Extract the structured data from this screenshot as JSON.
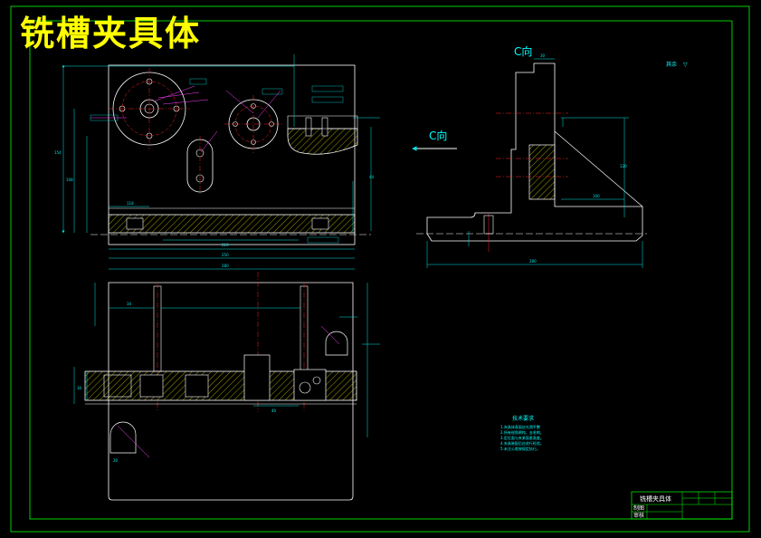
{
  "drawing": {
    "title": "铣槽夹具体",
    "view_label_c_top": "C向",
    "view_label_c_arrow": "C向",
    "surface_note": "其余",
    "surface_symbol": "▽",
    "tech_req_heading": "技术要求",
    "tech_req_lines": [
      "1.夹具体表面应光滑平整",
      "2.所有锐角倒钝，去毛刺。",
      "3.定位面与夹紧面垂直度。",
      "4.夹具装配后应进行检验。",
      "5.未注公差按规定执行。"
    ]
  },
  "title_block": {
    "part_name": "铣槽夹具体",
    "label_drawing": "制图",
    "label_review": "审核"
  },
  "colors": {
    "background": "#000000",
    "title": "#ffff00",
    "outline": "#00ff00",
    "geometry": "#ffffff",
    "dimension": "#00e5e5",
    "centerline": "#ff2020",
    "leader": "#ff40ff",
    "hatch": "#ffff00",
    "text": "#00ffff"
  }
}
